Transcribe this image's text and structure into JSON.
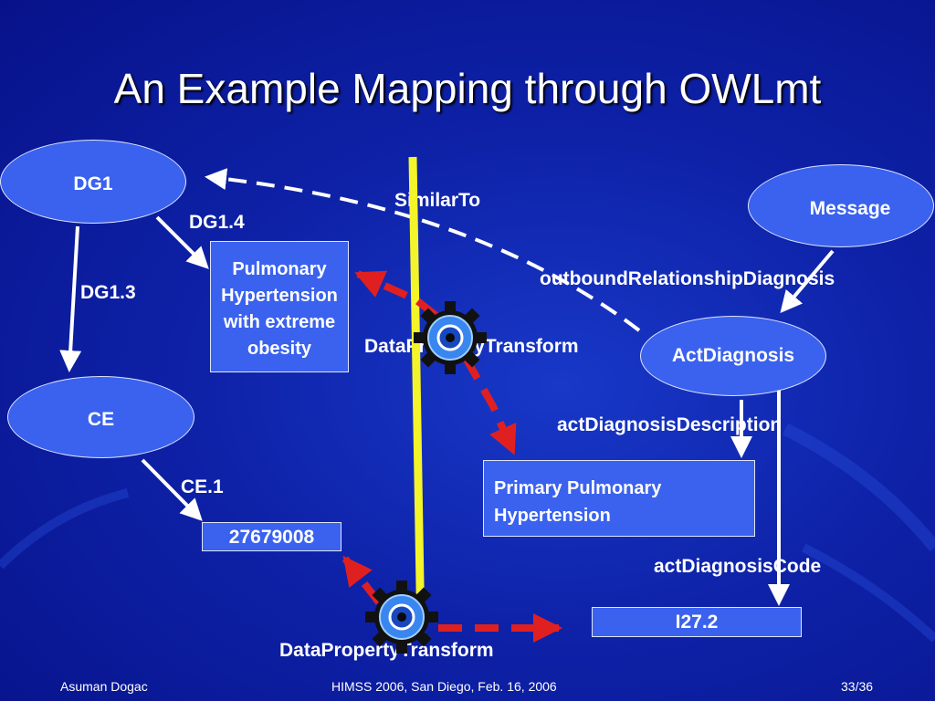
{
  "slide": {
    "title": "An Example Mapping through OWLmt"
  },
  "nodes": {
    "dg1": "DG1",
    "ce": "CE",
    "message": "Message",
    "act_diagnosis": "ActDiagnosis"
  },
  "boxes": {
    "pulmonary_extreme": "Pulmonary Hypertension with extreme obesity",
    "code_source": "27679008",
    "primary_pulmonary": "Primary Pulmonary Hypertension",
    "code_target": "I27.2"
  },
  "edge_labels": {
    "dg1_4": "DG1.4",
    "dg1_3": "DG1.3",
    "ce_1": "CE.1",
    "similar_to": "SimilarTo",
    "outbound": "outboundRelationshipDiagnosis",
    "transform_top": "DataPropertyTransform",
    "act_desc": "actDiagnosisDescription",
    "act_code": "actDiagnosisCode",
    "transform_bottom": "DataPropertyTransform"
  },
  "footer": {
    "author": "Asuman Dogac",
    "event": "HIMSS 2006, San Diego, Feb. 16, 2006",
    "page": "33/36"
  },
  "colors": {
    "node_fill": "#3a62ee",
    "separator": "#f4f42a",
    "transform_arrow": "#e02020",
    "arrow": "#ffffff"
  },
  "icons": [
    "gear-icon",
    "gear-icon"
  ]
}
